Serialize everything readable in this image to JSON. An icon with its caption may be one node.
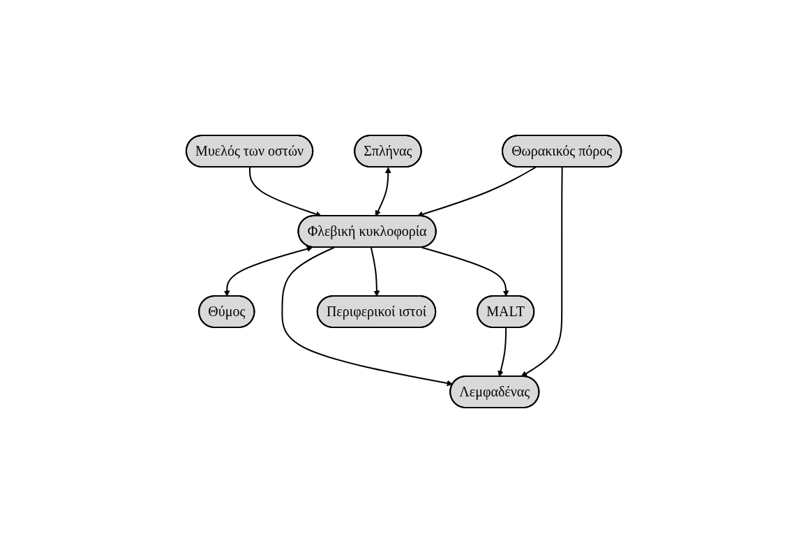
{
  "diagram": {
    "nodes": [
      {
        "text": [
          "Μυελός των οστών"
        ]
      },
      {
        "text": [
          "Σπλήνας"
        ]
      },
      {
        "text": [
          "Θύμος"
        ]
      },
      {
        "text": [
          "MALT"
        ]
      },
      {
        "text": [
          "Φλεβική κυκλοφορία"
        ]
      },
      {
        "text": [
          "Περιφερικοί ιστοί"
        ]
      },
      {
        "text": [
          "Λεμφαδένας"
        ]
      },
      {
        "text": [
          "Θωρακικός πόρος"
        ]
      }
    ],
    "edges": [
      {
        "from": 0,
        "to": 4,
        "arrow": "to"
      },
      {
        "from": 1,
        "to": 4,
        "arrow": "both"
      },
      {
        "from": 4,
        "to": 2,
        "arrow": "both"
      },
      {
        "from": 4,
        "to": 3,
        "arrow": "to"
      },
      {
        "from": 4,
        "to": 5,
        "arrow": "to"
      },
      {
        "from": 4,
        "to": 6,
        "arrow": "to"
      },
      {
        "from": 3,
        "to": 6,
        "arrow": "to"
      },
      {
        "from": 7,
        "to": 4,
        "arrow": "to"
      },
      {
        "from": 7,
        "to": 6,
        "arrow": "to"
      }
    ]
  }
}
